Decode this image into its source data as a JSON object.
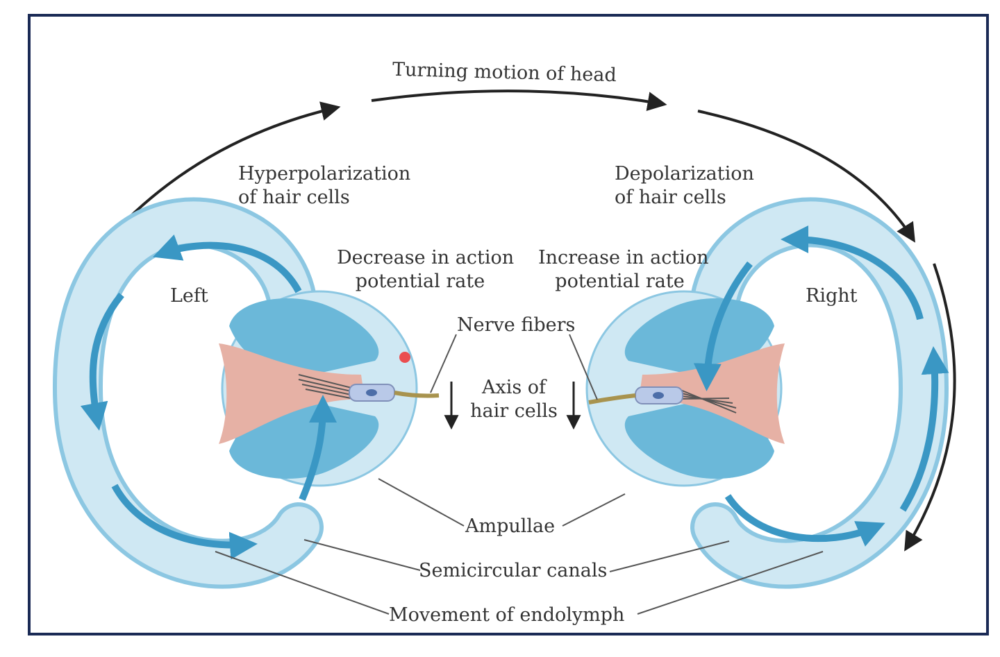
{
  "labels": {
    "turning": "Turning motion of head",
    "hyper_line1": "Hyperpolarization",
    "hyper_line2": "of hair cells",
    "depol_line1": "Depolarization",
    "depol_line2": "of hair cells",
    "decrease_line1": "Decrease in action",
    "decrease_line2": "potential rate",
    "increase_line1": "Increase in action",
    "increase_line2": "potential rate",
    "left": "Left",
    "right": "Right",
    "nerve_fibers": "Nerve fibers",
    "axis_line1": "Axis of",
    "axis_line2": "hair cells",
    "ampullae": "Ampullae",
    "semicircular": "Semicircular canals",
    "endolymph": "Movement of endolymph"
  },
  "colors": {
    "frame": "#1a2a55",
    "canal": "#bfe0ee",
    "canal_dark": "#5ab0d4",
    "arrow_blue": "#3a97c4",
    "cupula": "#e6b1a5",
    "ampulla_light": "#cfe8f3",
    "black_arrow": "#222222"
  }
}
